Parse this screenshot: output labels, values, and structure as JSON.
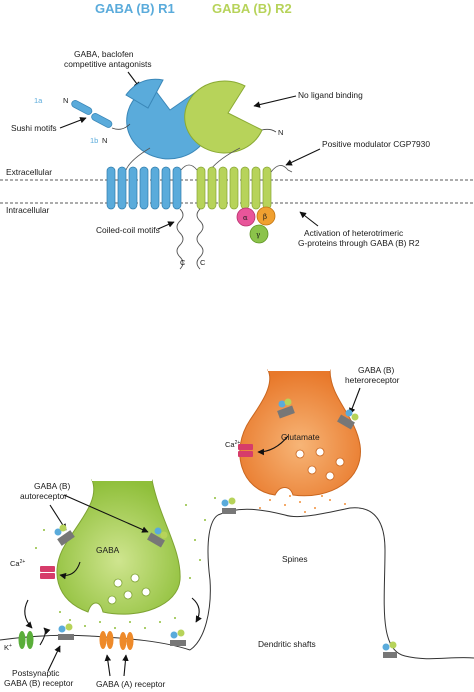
{
  "top": {
    "r1_title": "GABA (B) R1",
    "r2_title": "GABA (B) R2",
    "colors": {
      "r1": "#5aabdb",
      "r2": "#b7d35a",
      "alpha": "#e8559a",
      "beta": "#f0a030",
      "gamma": "#8bc34a"
    },
    "antagonists": [
      "GABA, baclofen",
      "competitive antagonists"
    ],
    "no_ligand": "No ligand binding",
    "sushi_1a": "1a",
    "sushi_1b": "1b",
    "sushi_label": "Sushi motifs",
    "n_left": "N",
    "n_left2": "N",
    "n_right": "N",
    "modulator": "Positive modulator CGP7930",
    "extracellular": "Extracellular",
    "intracellular": "Intracellular",
    "coiled_coil": "Coiled-coil motifs",
    "c_left": "C",
    "c_right": "C",
    "alpha": "α",
    "beta": "β",
    "gamma": "γ",
    "activation": [
      "Activation of heterotrimeric",
      "G-proteins through GABA (B) R2"
    ]
  },
  "bottom": {
    "heteroreceptor": [
      "GABA (B)",
      "heteroreceptor"
    ],
    "glutamate": "Glutamate",
    "ca_top": "Ca",
    "ca_top_sup": "2+",
    "autoreceptor": [
      "GABA (B)",
      "autoreceptor"
    ],
    "gaba": "GABA",
    "ca_left": "Ca",
    "ca_left_sup": "2+",
    "spines": "Spines",
    "dendritic": "Dendritic shafts",
    "k": "K",
    "k_sup": "+",
    "postsynaptic": [
      "Postsynaptic",
      "GABA (B) receptor"
    ],
    "gaba_a": "GABA (A) receptor",
    "colors": {
      "gaba_terminal": "#b6d660",
      "glut_terminal": "#f39a45",
      "ca_channel": "#d63c6a",
      "k_channel": "#5aae3a",
      "gaba_a": "#ee8a2a"
    }
  }
}
